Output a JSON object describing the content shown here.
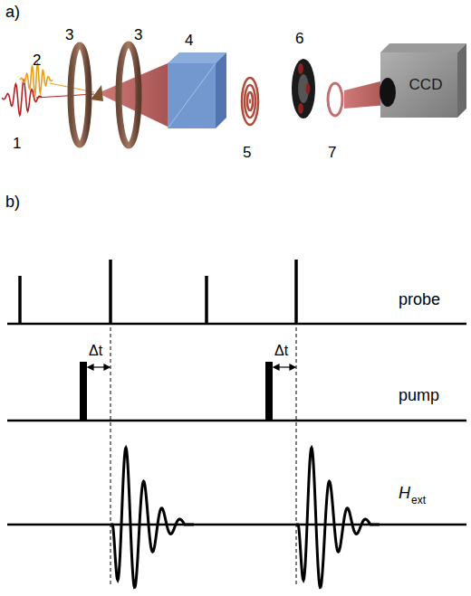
{
  "diagram": {
    "nodes": [
      {
        "text": [
          "CCD"
        ]
      }
    ],
    "labels": [
      "a)",
      "1",
      "2",
      "3",
      "3",
      "4",
      "5",
      "6",
      "7",
      "b)",
      "probe",
      "Δt",
      "Δt",
      "pump",
      "H",
      "ext"
    ]
  }
}
